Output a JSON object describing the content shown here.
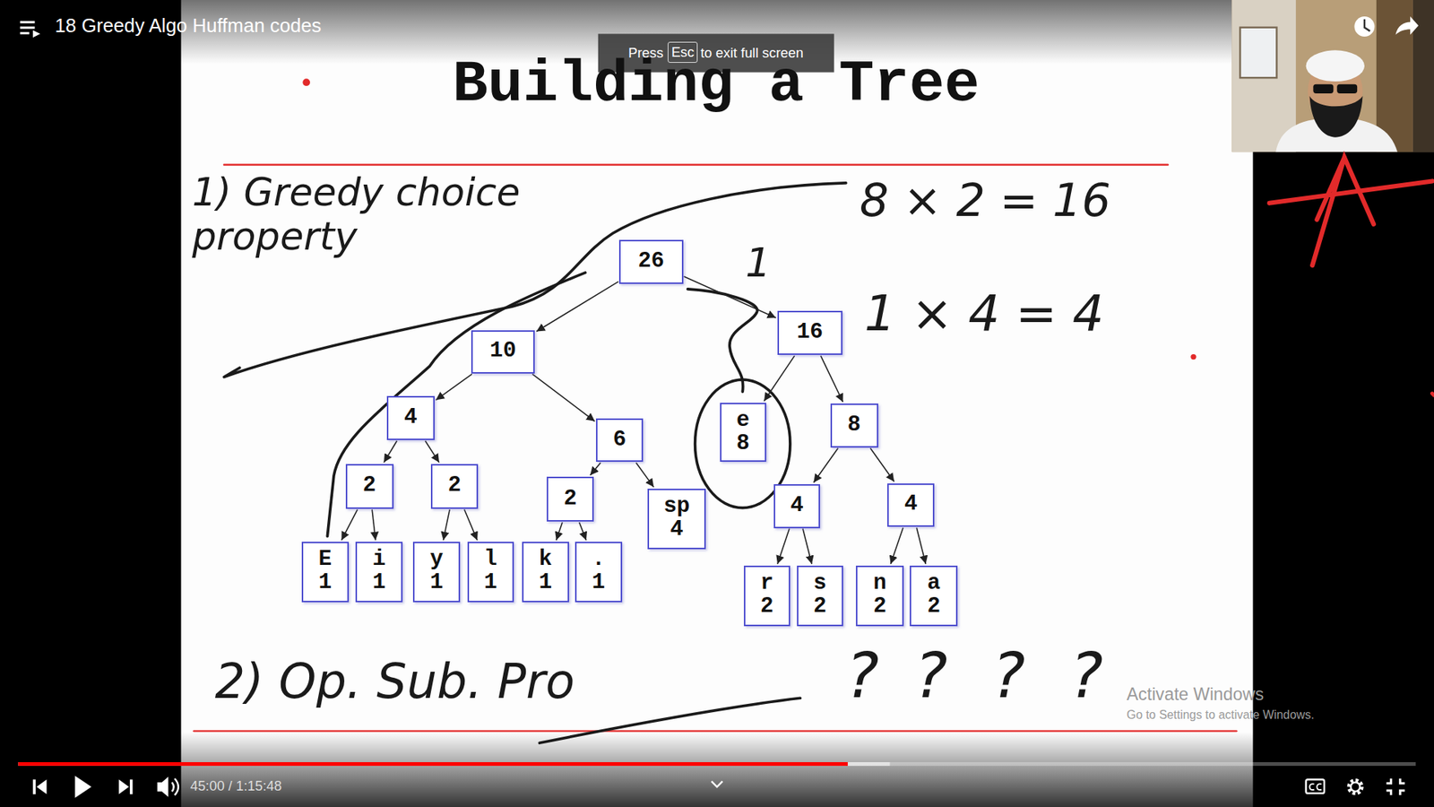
{
  "diagram": {
    "title": "Building a Tree",
    "nodes": [
      {
        "text": [
          "26"
        ]
      },
      {
        "text": [
          "10"
        ]
      },
      {
        "text": [
          "16"
        ]
      },
      {
        "text": [
          "4"
        ]
      },
      {
        "text": [
          "6"
        ]
      },
      {
        "text": [
          "e",
          "8"
        ]
      },
      {
        "text": [
          "8"
        ]
      },
      {
        "text": [
          "2"
        ]
      },
      {
        "text": [
          "2"
        ]
      },
      {
        "text": [
          "2"
        ]
      },
      {
        "text": [
          "sp",
          "4"
        ]
      },
      {
        "text": [
          "4"
        ]
      },
      {
        "text": [
          "4"
        ]
      },
      {
        "text": [
          "E",
          "1"
        ]
      },
      {
        "text": [
          "i",
          "1"
        ]
      },
      {
        "text": [
          "y",
          "1"
        ]
      },
      {
        "text": [
          "l",
          "1"
        ]
      },
      {
        "text": [
          "k",
          "1"
        ]
      },
      {
        "text": [
          ".",
          "1"
        ]
      },
      {
        "text": [
          "r",
          "2"
        ]
      },
      {
        "text": [
          "s",
          "2"
        ]
      },
      {
        "text": [
          "n",
          "2"
        ]
      },
      {
        "text": [
          "a",
          "2"
        ]
      }
    ],
    "edges": [
      {
        "from": 0,
        "to": 1,
        "arrow": "to"
      },
      {
        "from": 0,
        "to": 2,
        "arrow": "to"
      },
      {
        "from": 1,
        "to": 3,
        "arrow": "to"
      },
      {
        "from": 1,
        "to": 4,
        "arrow": "to"
      },
      {
        "from": 2,
        "to": 5,
        "arrow": "to"
      },
      {
        "from": 2,
        "to": 6,
        "arrow": "to"
      },
      {
        "from": 3,
        "to": 7,
        "arrow": "to"
      },
      {
        "from": 3,
        "to": 8,
        "arrow": "to"
      },
      {
        "from": 4,
        "to": 9,
        "arrow": "to"
      },
      {
        "from": 4,
        "to": 10,
        "arrow": "to"
      },
      {
        "from": 6,
        "to": 11,
        "arrow": "to"
      },
      {
        "from": 6,
        "to": 12,
        "arrow": "to"
      },
      {
        "from": 7,
        "to": 13,
        "arrow": "to"
      },
      {
        "from": 7,
        "to": 14,
        "arrow": "to"
      },
      {
        "from": 8,
        "to": 15,
        "arrow": "to"
      },
      {
        "from": 8,
        "to": 16,
        "arrow": "to"
      },
      {
        "from": 9,
        "to": 17,
        "arrow": "to"
      },
      {
        "from": 9,
        "to": 18,
        "arrow": "to"
      },
      {
        "from": 11,
        "to": 19,
        "arrow": "to"
      },
      {
        "from": 11,
        "to": 20,
        "arrow": "to"
      },
      {
        "from": 12,
        "to": 21,
        "arrow": "to"
      },
      {
        "from": 12,
        "to": 22,
        "arrow": "to"
      }
    ],
    "labels": [
      "18 Greedy Algo Huffman codes",
      "Press",
      "Esc",
      "to exit full screen",
      "1) Greedy choice property",
      "8 × 2 = 16",
      "1",
      "1 × 4 = 4",
      "2) Op. Sub. Pro",
      "?",
      "?",
      "?",
      "?",
      "Activate Windows",
      "Go to Settings to activate Windows.",
      "45:00 / 1:15:48"
    ]
  }
}
